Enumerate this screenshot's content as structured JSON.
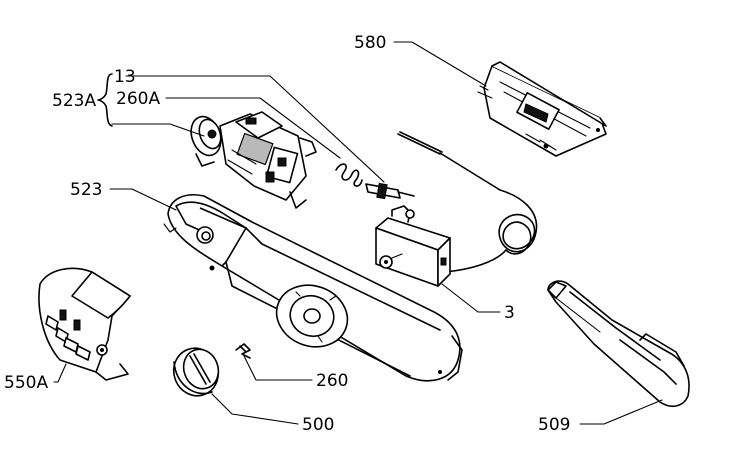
{
  "diagram": {
    "labels": {
      "p580": "580",
      "p523a": "523A",
      "p13": "13",
      "p260a": "260A",
      "p523": "523",
      "p3": "3",
      "p550a": "550A",
      "p260": "260",
      "p500": "500",
      "p509": "509"
    }
  }
}
